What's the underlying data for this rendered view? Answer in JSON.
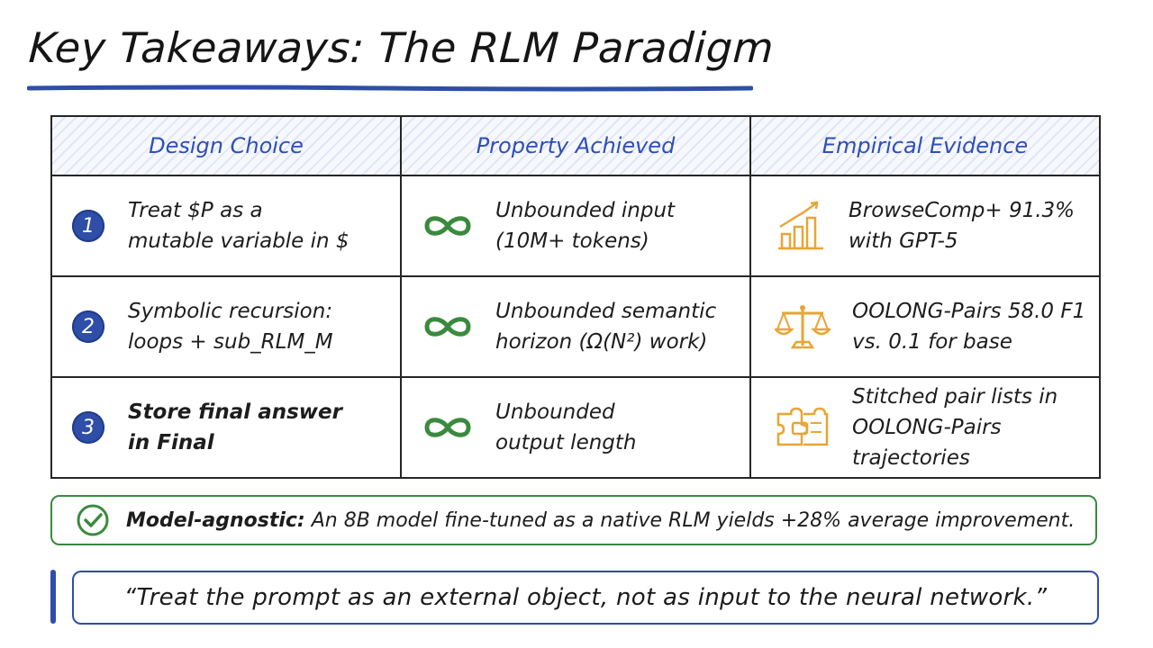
{
  "title": "Key Takeaways: The RLM Paradigm",
  "colors": {
    "accent_blue": "#2e4ea8",
    "header_text": "#2f4fb6",
    "green": "#3a8a3e",
    "orange": "#e8a534"
  },
  "table": {
    "headers": [
      "Design Choice",
      "Property Achieved",
      "Empirical Evidence"
    ],
    "rows": [
      {
        "number": "1",
        "design": [
          "Treat $P as a",
          "mutable variable in $"
        ],
        "design_bold": false,
        "property_icon": "infinity-icon",
        "property": [
          "Unbounded input",
          "(10M+ tokens)"
        ],
        "evidence_icon": "bar-chart-growth-icon",
        "evidence": [
          "BrowseComp+ 91.3%",
          "with GPT-5"
        ]
      },
      {
        "number": "2",
        "design": [
          "Symbolic recursion:",
          "loops + sub_RLM_M"
        ],
        "design_bold": false,
        "property_icon": "infinity-icon",
        "property": [
          "Unbounded semantic",
          "horizon (Ω(N²) work)"
        ],
        "evidence_icon": "balance-scale-icon",
        "evidence": [
          "OOLONG-Pairs 58.0 F1",
          "vs. 0.1 for base"
        ]
      },
      {
        "number": "3",
        "design": [
          "Store final answer",
          "in Final"
        ],
        "design_bold": true,
        "property_icon": "infinity-icon",
        "property": [
          "Unbounded",
          "output length"
        ],
        "evidence_icon": "puzzle-pieces-icon",
        "evidence": [
          "Stitched pair lists in",
          "OOLONG-Pairs trajectories"
        ]
      }
    ]
  },
  "callout": {
    "icon": "check-circle-icon",
    "label": "Model-agnostic:",
    "text": " An 8B model fine-tuned as a native RLM yields +28% average improvement."
  },
  "quote": {
    "text": "“Treat the prompt as an external object, not as input to the neural network.”"
  }
}
